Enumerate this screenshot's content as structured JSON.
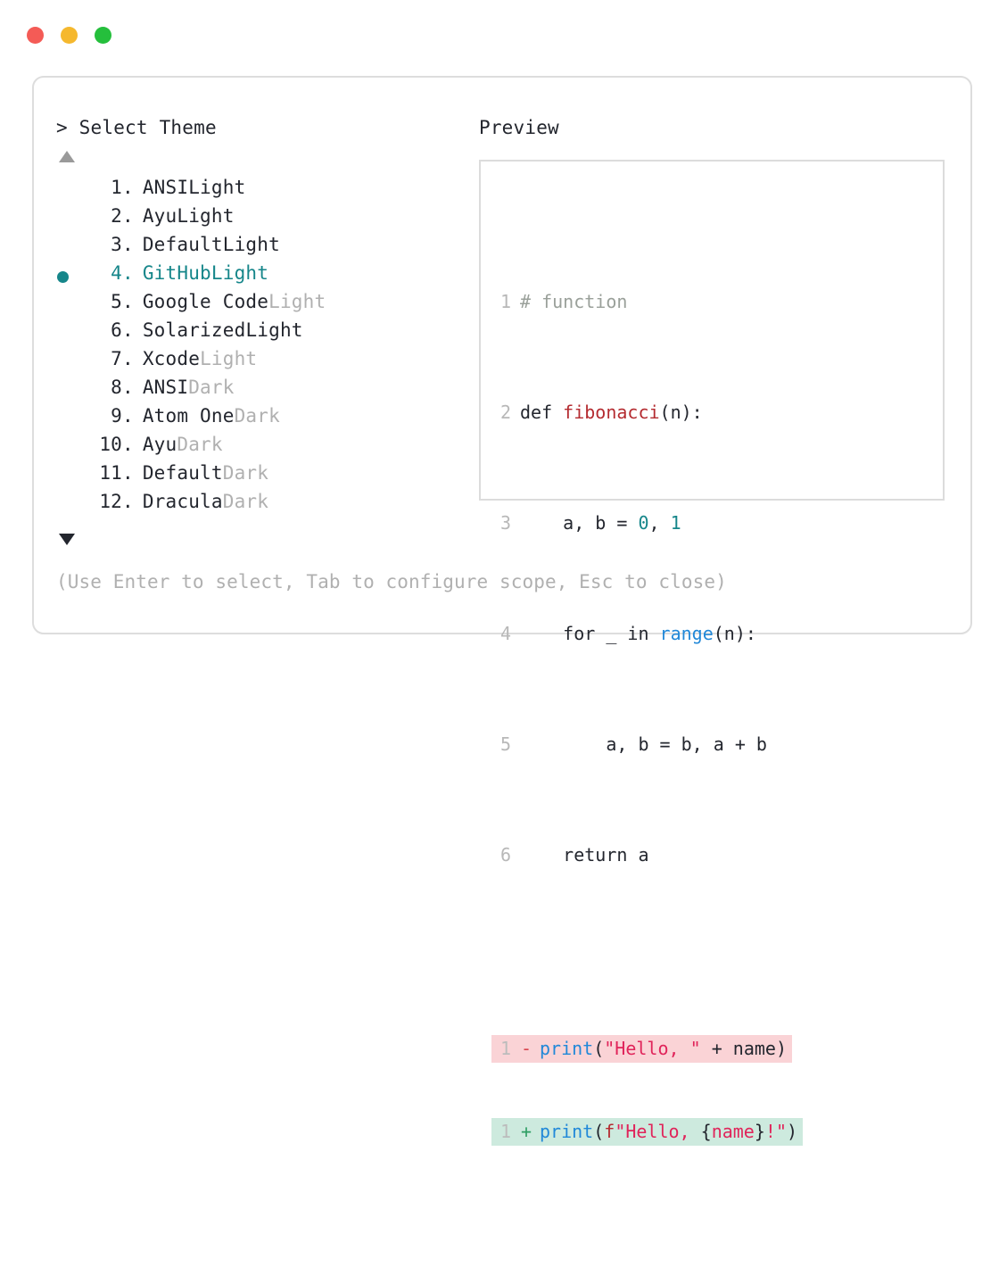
{
  "window": {
    "dots": [
      {
        "name": "close",
        "color": "#f45b56"
      },
      {
        "name": "minimize",
        "color": "#f5b82e"
      },
      {
        "name": "maximize",
        "color": "#25bf3c"
      }
    ]
  },
  "left": {
    "prompt": "> Select Theme",
    "scroll_up_glyph": "▲",
    "scroll_down_glyph": "▼",
    "hint": "(Use Enter to select, Tab to configure scope, Esc to close)",
    "selected_index": 4,
    "accent_color": "#16868a",
    "items": [
      {
        "index": "1",
        "dot": ".",
        "name": "ANSI",
        "variant": "Light",
        "variant_muted": false
      },
      {
        "index": "2",
        "dot": ".",
        "name": "Ayu",
        "variant": "Light",
        "variant_muted": false
      },
      {
        "index": "3",
        "dot": ".",
        "name": "Default",
        "variant": "Light",
        "variant_muted": false
      },
      {
        "index": "4",
        "dot": ".",
        "name": "GitHub",
        "variant": "Light",
        "variant_muted": false
      },
      {
        "index": "5",
        "dot": ".",
        "name": "Google Code",
        "variant": "Light",
        "variant_muted": true
      },
      {
        "index": "6",
        "dot": ".",
        "name": "Solarized",
        "variant": "Light",
        "variant_muted": false
      },
      {
        "index": "7",
        "dot": ".",
        "name": "Xcode",
        "variant": "Light",
        "variant_muted": true
      },
      {
        "index": "8",
        "dot": ".",
        "name": "ANSI",
        "variant": "Dark",
        "variant_muted": true
      },
      {
        "index": "9",
        "dot": ".",
        "name": "Atom One",
        "variant": "Dark",
        "variant_muted": true
      },
      {
        "index": "10",
        "dot": ".",
        "name": "Ayu",
        "variant": "Dark",
        "variant_muted": true
      },
      {
        "index": "11",
        "dot": ".",
        "name": "Default",
        "variant": "Dark",
        "variant_muted": true
      },
      {
        "index": "12",
        "dot": ".",
        "name": "Dracula",
        "variant": "Dark",
        "variant_muted": true
      }
    ]
  },
  "right": {
    "title": "Preview",
    "code_lines": [
      {
        "no": "1",
        "text": "# function"
      },
      {
        "no": "2",
        "text": "def fibonacci(n):"
      },
      {
        "no": "3",
        "text": "    a, b = 0, 1"
      },
      {
        "no": "4",
        "text": "    for _ in range(n):"
      },
      {
        "no": "5",
        "text": "        a, b = b, a + b"
      },
      {
        "no": "6",
        "text": "    return a"
      }
    ],
    "diff": [
      {
        "no": "1",
        "sign": "-",
        "text": "print(\"Hello, \" + name)",
        "kind": "removed",
        "bg": "#fad3d6"
      },
      {
        "no": "1",
        "sign": "+",
        "text": "print(f\"Hello, {name}!\")",
        "kind": "added",
        "bg": "#cdeade"
      }
    ]
  }
}
